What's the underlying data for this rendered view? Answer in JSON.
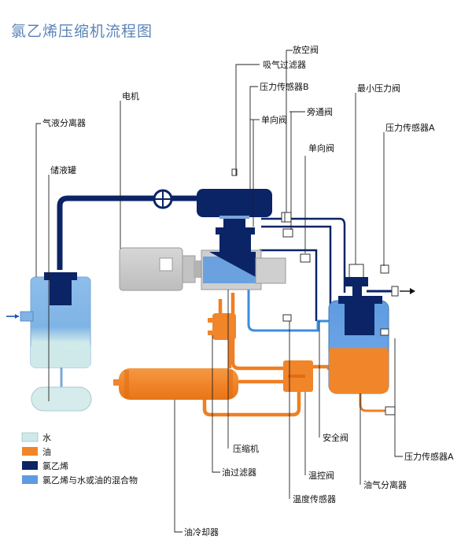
{
  "title": "氯乙烯压缩机流程图",
  "labels": {
    "intake_filter": "吸气过滤器",
    "vent_valve": "放空阀",
    "pressure_sensor_b": "压力传感器B",
    "check_valve_top": "单向阀",
    "bypass_valve": "旁通阀",
    "check_valve_mid": "单向阀",
    "min_pressure_valve": "最小压力阀",
    "pressure_sensor_a_top": "压力传感器A",
    "motor": "电机",
    "gas_liquid_separator": "气液分离器",
    "receiver_tank": "储液罐",
    "compressor": "压缩机",
    "safety_valve": "安全阀",
    "pressure_sensor_a_bottom": "压力传感器A",
    "thermostatic_valve": "温控阀",
    "oil_filter": "油过滤器",
    "oil_gas_separator": "油气分离器",
    "temperature_sensor": "温度传感器",
    "oil_cooler": "油冷却器"
  },
  "legend": [
    {
      "label": "水",
      "color": "#cfe9ea"
    },
    {
      "label": "油",
      "color": "#f1852a"
    },
    {
      "label": "氯乙烯",
      "color": "#0b2466"
    },
    {
      "label": "氯乙烯与水或油的混合物",
      "color": "#5f9be0"
    }
  ],
  "colors": {
    "water": "#cfe9ea",
    "oil": "#f1852a",
    "vinyl_chloride": "#0b2466",
    "mixture": "#5f9be0",
    "motor": "#c9c9c9"
  }
}
